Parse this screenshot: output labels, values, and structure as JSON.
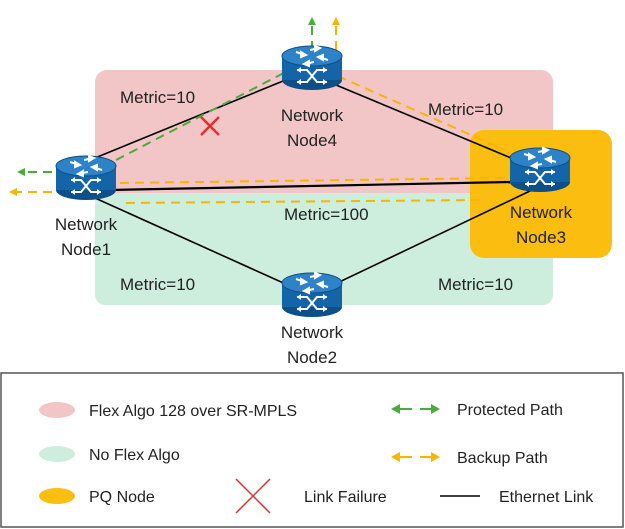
{
  "colors": {
    "flex_algo_region": "#f2c6c6",
    "no_flex_region": "#cdeedd",
    "pq_node": "#fbbd10",
    "router": "#1464a8",
    "protected_path": "#4caa3c",
    "backup_path": "#f7b500",
    "link_failure": "#e03030",
    "ethernet": "#000000"
  },
  "nodes": {
    "node1": {
      "line1": "Network",
      "line2": "Node1",
      "icon": "router-icon"
    },
    "node2": {
      "line1": "Network",
      "line2": "Node2",
      "icon": "router-icon"
    },
    "node3": {
      "line1": "Network",
      "line2": "Node3",
      "icon": "router-icon"
    },
    "node4": {
      "line1": "Network",
      "line2": "Node4",
      "icon": "router-icon"
    }
  },
  "links": {
    "n1_n4": "Metric=10",
    "n4_n3": "Metric=10",
    "n1_n3": "Metric=100",
    "n1_n2": "Metric=10",
    "n2_n3": "Metric=10"
  },
  "legend": {
    "flex_algo": "Flex Algo 128 over SR-MPLS",
    "no_flex": "No Flex Algo",
    "pq_node": "PQ Node",
    "protected_path": "Protected Path",
    "backup_path": "Backup Path",
    "link_failure": "Link Failure",
    "ethernet_link": "Ethernet Link"
  }
}
